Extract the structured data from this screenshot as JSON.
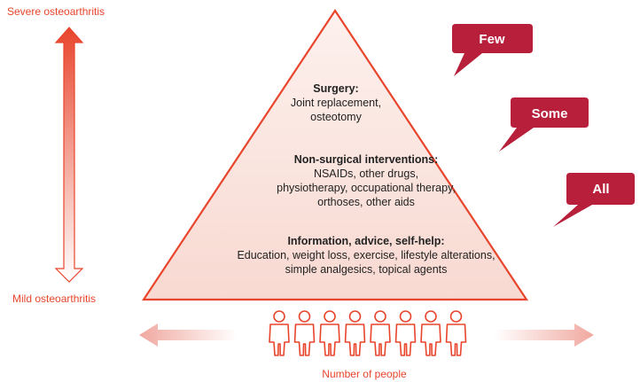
{
  "axis": {
    "top_label": "Severe osteoarthritis",
    "bottom_label": "Mild osteoarthritis",
    "horizontal_label": "Number of people"
  },
  "tiers": [
    {
      "title": "Surgery:",
      "lines": [
        "Joint replacement,",
        "osteotomy"
      ]
    },
    {
      "title": "Non-surgical interventions:",
      "lines": [
        "NSAIDs, other drugs,",
        "physiotherapy, occupational therapy,",
        "orthoses, other aids"
      ]
    },
    {
      "title": "Information, advice, self-help:",
      "lines": [
        "Education, weight loss, exercise, lifestyle alterations,",
        "simple analgesics, topical agents"
      ]
    }
  ],
  "bubbles": {
    "few": "Few",
    "some": "Some",
    "all": "All"
  },
  "people_count": 8,
  "colors": {
    "accent": "#e8452c",
    "bubble": "#b81f3a",
    "pyramid_fill": "#fbe6e1",
    "arrow_light": "#f3b6ad"
  }
}
